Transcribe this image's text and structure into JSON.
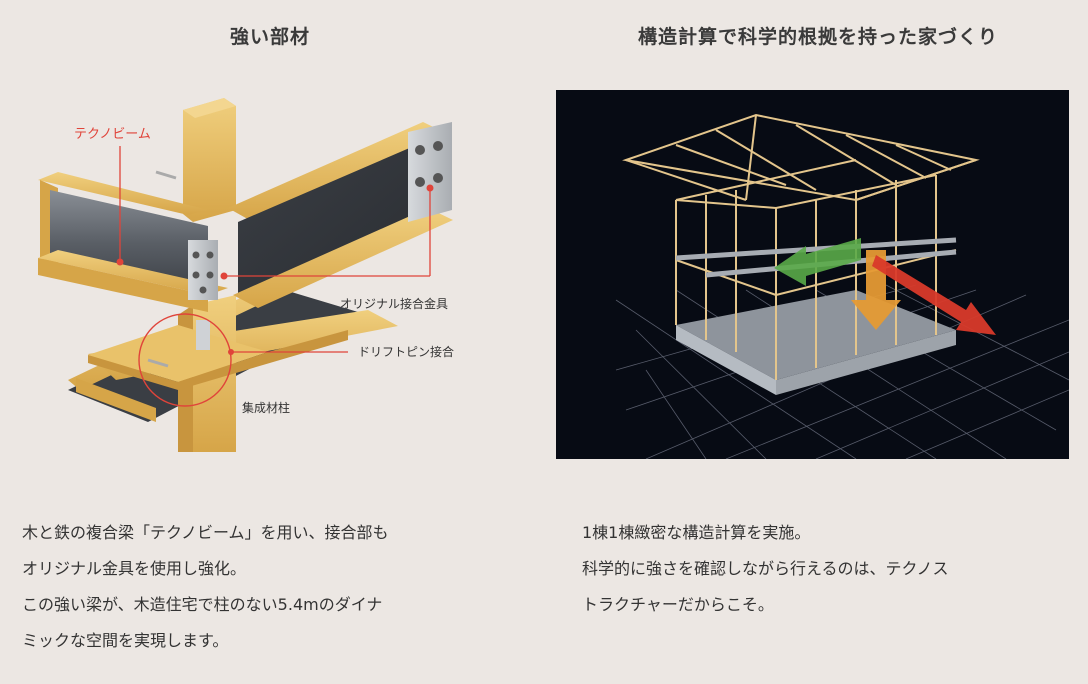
{
  "left": {
    "title": "強い部材",
    "labels": {
      "beam": "テクノビーム",
      "metal": "オリジナル接合金具",
      "pin": "ドリフトピン接合",
      "column": "集成材柱"
    },
    "lines": [
      "木と鉄の複合梁「テクノビーム」を用い、接合部も",
      "オリジナル金具を使用し強化。",
      "この強い梁が、木造住宅で柱のない5.4mのダイナ",
      "ミックな空間を実現します。"
    ]
  },
  "right": {
    "title": "構造計算で科学的根拠を持った家づくり",
    "lines": [
      "1棟1棟緻密な構造計算を実施。",
      "科学的に強さを確認しながら行えるのは、テクノス",
      "トラクチャーだからこそ。"
    ]
  },
  "colors": {
    "accent_red": "#e0443a",
    "wood": "#e2b55a",
    "steel": "#4a4e55",
    "background": "#ece7e3"
  }
}
